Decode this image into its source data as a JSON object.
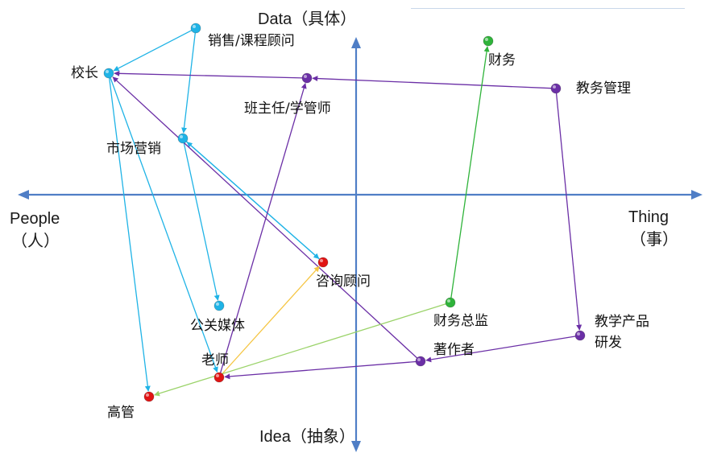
{
  "axes": {
    "top": "Data（具体）",
    "bottom": "Idea（抽象）",
    "left_line1": "People",
    "left_line2": "（人）",
    "right_line1": "Thing",
    "right_line2": "（事）",
    "color": "#4f7ec6"
  },
  "colors": {
    "cyan": "#1fb3e6",
    "purple": "#6b2fa6",
    "red": "#e01414",
    "green": "#2fb33a",
    "yellow": "#f5c542",
    "lightgreen": "#9bd36a"
  },
  "nodes": [
    {
      "id": "sales",
      "label": "销售/课程顾问",
      "color": "cyan"
    },
    {
      "id": "principal",
      "label": "校长",
      "color": "cyan"
    },
    {
      "id": "marketing",
      "label": "市场营销",
      "color": "cyan"
    },
    {
      "id": "pr",
      "label": "公关媒体",
      "color": "cyan"
    },
    {
      "id": "head_teacher",
      "label": "班主任/学管师",
      "color": "purple"
    },
    {
      "id": "academic",
      "label": "教务管理",
      "color": "purple"
    },
    {
      "id": "rnd",
      "label": "教学产品研发",
      "color": "purple"
    },
    {
      "id": "author",
      "label": "著作者",
      "color": "purple"
    },
    {
      "id": "finance",
      "label": "财务",
      "color": "green"
    },
    {
      "id": "cfo",
      "label": "财务总监",
      "color": "green"
    },
    {
      "id": "consultant",
      "label": "咨询顾问",
      "color": "red"
    },
    {
      "id": "teacher",
      "label": "老师",
      "color": "red"
    },
    {
      "id": "exec",
      "label": "高管",
      "color": "red"
    }
  ],
  "edges": [
    {
      "from": "sales",
      "to": "principal",
      "color": "cyan"
    },
    {
      "from": "sales",
      "to": "marketing",
      "color": "cyan"
    },
    {
      "from": "marketing",
      "to": "consultant",
      "color": "cyan"
    },
    {
      "from": "consultant",
      "to": "marketing",
      "color": "cyan"
    },
    {
      "from": "marketing",
      "to": "pr",
      "color": "cyan"
    },
    {
      "from": "principal",
      "to": "teacher",
      "color": "cyan"
    },
    {
      "from": "principal",
      "to": "exec",
      "color": "cyan"
    },
    {
      "from": "head_teacher",
      "to": "principal",
      "color": "purple"
    },
    {
      "from": "academic",
      "to": "head_teacher",
      "color": "purple"
    },
    {
      "from": "academic",
      "to": "rnd",
      "color": "purple"
    },
    {
      "from": "rnd",
      "to": "author",
      "color": "purple"
    },
    {
      "from": "author",
      "to": "teacher",
      "color": "purple"
    },
    {
      "from": "author",
      "to": "principal",
      "color": "purple"
    },
    {
      "from": "teacher",
      "to": "head_teacher",
      "color": "purple"
    },
    {
      "from": "teacher",
      "to": "consultant",
      "color": "yellow"
    },
    {
      "from": "cfo",
      "to": "exec",
      "color": "lightgreen"
    },
    {
      "from": "cfo",
      "to": "finance",
      "color": "green"
    }
  ]
}
